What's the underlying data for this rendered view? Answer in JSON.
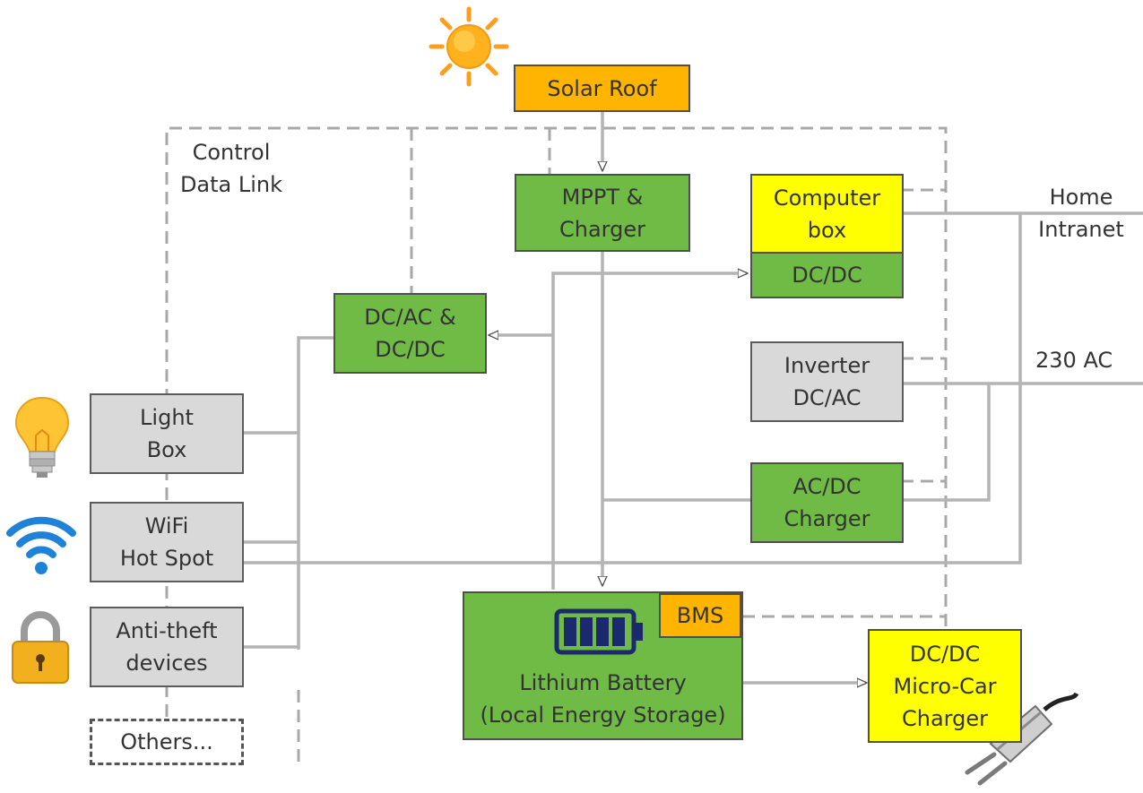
{
  "colors": {
    "green": "#70ba46",
    "gray": "#d9d9d9",
    "yellow": "#ffff00",
    "orange": "#ffb400",
    "line": "#b4b4b4",
    "dash": "#a8a8a8"
  },
  "labels": {
    "control_data_link": [
      "Control",
      "Data Link"
    ],
    "home_intranet": [
      "Home",
      "Intranet"
    ],
    "ac_230": "230 AC"
  },
  "nodes": {
    "solar_roof": [
      "Solar Roof"
    ],
    "mppt": [
      "MPPT &",
      "Charger"
    ],
    "dcac": [
      "DC/AC &",
      "DC/DC"
    ],
    "computer_box": [
      "Computer",
      "box"
    ],
    "computer_dcdc": [
      "DC/DC"
    ],
    "inverter": [
      "Inverter",
      "DC/AC"
    ],
    "acdc": [
      "AC/DC",
      "Charger"
    ],
    "light_box": [
      "Light",
      "Box"
    ],
    "wifi": [
      "WiFi",
      "Hot Spot"
    ],
    "antitheft": [
      "Anti-theft",
      "devices"
    ],
    "others": [
      "Others..."
    ],
    "battery": [
      "Lithium Battery",
      "(Local Energy Storage)"
    ],
    "bms": [
      "BMS"
    ],
    "microcar": [
      "DC/DC",
      "Micro-Car",
      "Charger"
    ]
  },
  "icons": [
    "sun-icon",
    "light-bulb-icon",
    "wifi-icon",
    "padlock-icon",
    "battery-icon",
    "plug-icon"
  ]
}
